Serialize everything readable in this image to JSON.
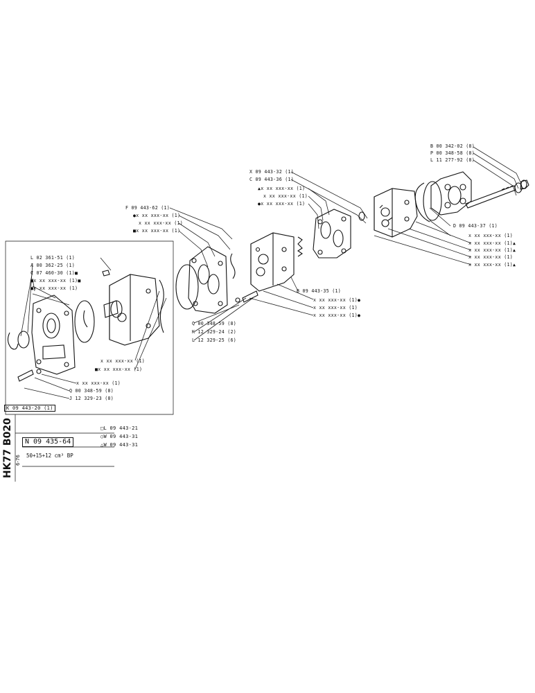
{
  "labels": {
    "b_00342_02": "B 00 342-02 (8)",
    "p_00348_58": "P 00 348-58 (8)",
    "l_11277_92": "L 11 277-92 (8)",
    "x_09443_32": "X 09 443-32 (1)",
    "c_09443_36": "C 09 443-36 (1)",
    "tri_xx_1": "▲x xx xxx-xx (1)",
    "plain_xx_2": "x xx xxx-xx (1)",
    "dot_xx_3": "●x xx xxx-xx (1)",
    "f_09443_62": "F 09 443-62 (1)",
    "dot_xx_4": "●x xx xxx-xx (1)",
    "plain_xx_5": "x xx xxx-xx (1)",
    "sq_xx_6": "■x xx xxx-xx (1)",
    "d_09443_37": "D 09 443-37 (1)",
    "r_plain_1": "x xx xxx-xx (1)",
    "r_tri_2": "x xx xxx-xx (1)▲",
    "r_tri_3": "x xx xxx-xx (1)▲",
    "r_plain_4": "x xx xxx-xx (1)",
    "r_tri_5": "x xx xxx-xx (1)▲",
    "l_02361_51": "L 02 361-51 (1)",
    "a_00362_25": "A 00 362-25 (1)",
    "c_07460_30": "C 07 460-30 (1)■",
    "sq_xx_7": "■x xx xxx-xx (1)■",
    "sq_xx_8": "■x xx xxx-xx (1)",
    "b_09443_35": "B 09 443-35 (1)",
    "b_dot_1": "x xx xxx-xx (1)●",
    "b_plain_2": "x xx xxx-xx (1)",
    "b_dot_3": "x xx xxx-xx (1)●",
    "q_00348_59_a": "Q 00 348-59 (8)",
    "k_12329_24": "K 12 329-24 (2)",
    "l_12329_25": "L 12 329-25 (6)",
    "m_plain_1": "x xx xxx-xx (1)",
    "m_sq_2": "■x xx xxx-xx (1)",
    "lo_plain_1": "x xx xxx-xx (1)",
    "q_00348_59_b": "Q 00 348-59 (8)",
    "j_12329_23": "J 12 329-23 (8)",
    "k_09443_20": "K 09 443-20 (1)"
  },
  "title_block": {
    "code_vertical": "HK77 B020",
    "date_vertical": "6-76",
    "part_number": "N 09 435-64",
    "spec": "50+15+12 cm³  BP"
  },
  "variants": [
    {
      "symbol": "□",
      "text": "L 09 443-21"
    },
    {
      "symbol": "○",
      "text": "W 09 443-31"
    },
    {
      "symbol": "△",
      "text": "W 09 443-31"
    }
  ]
}
